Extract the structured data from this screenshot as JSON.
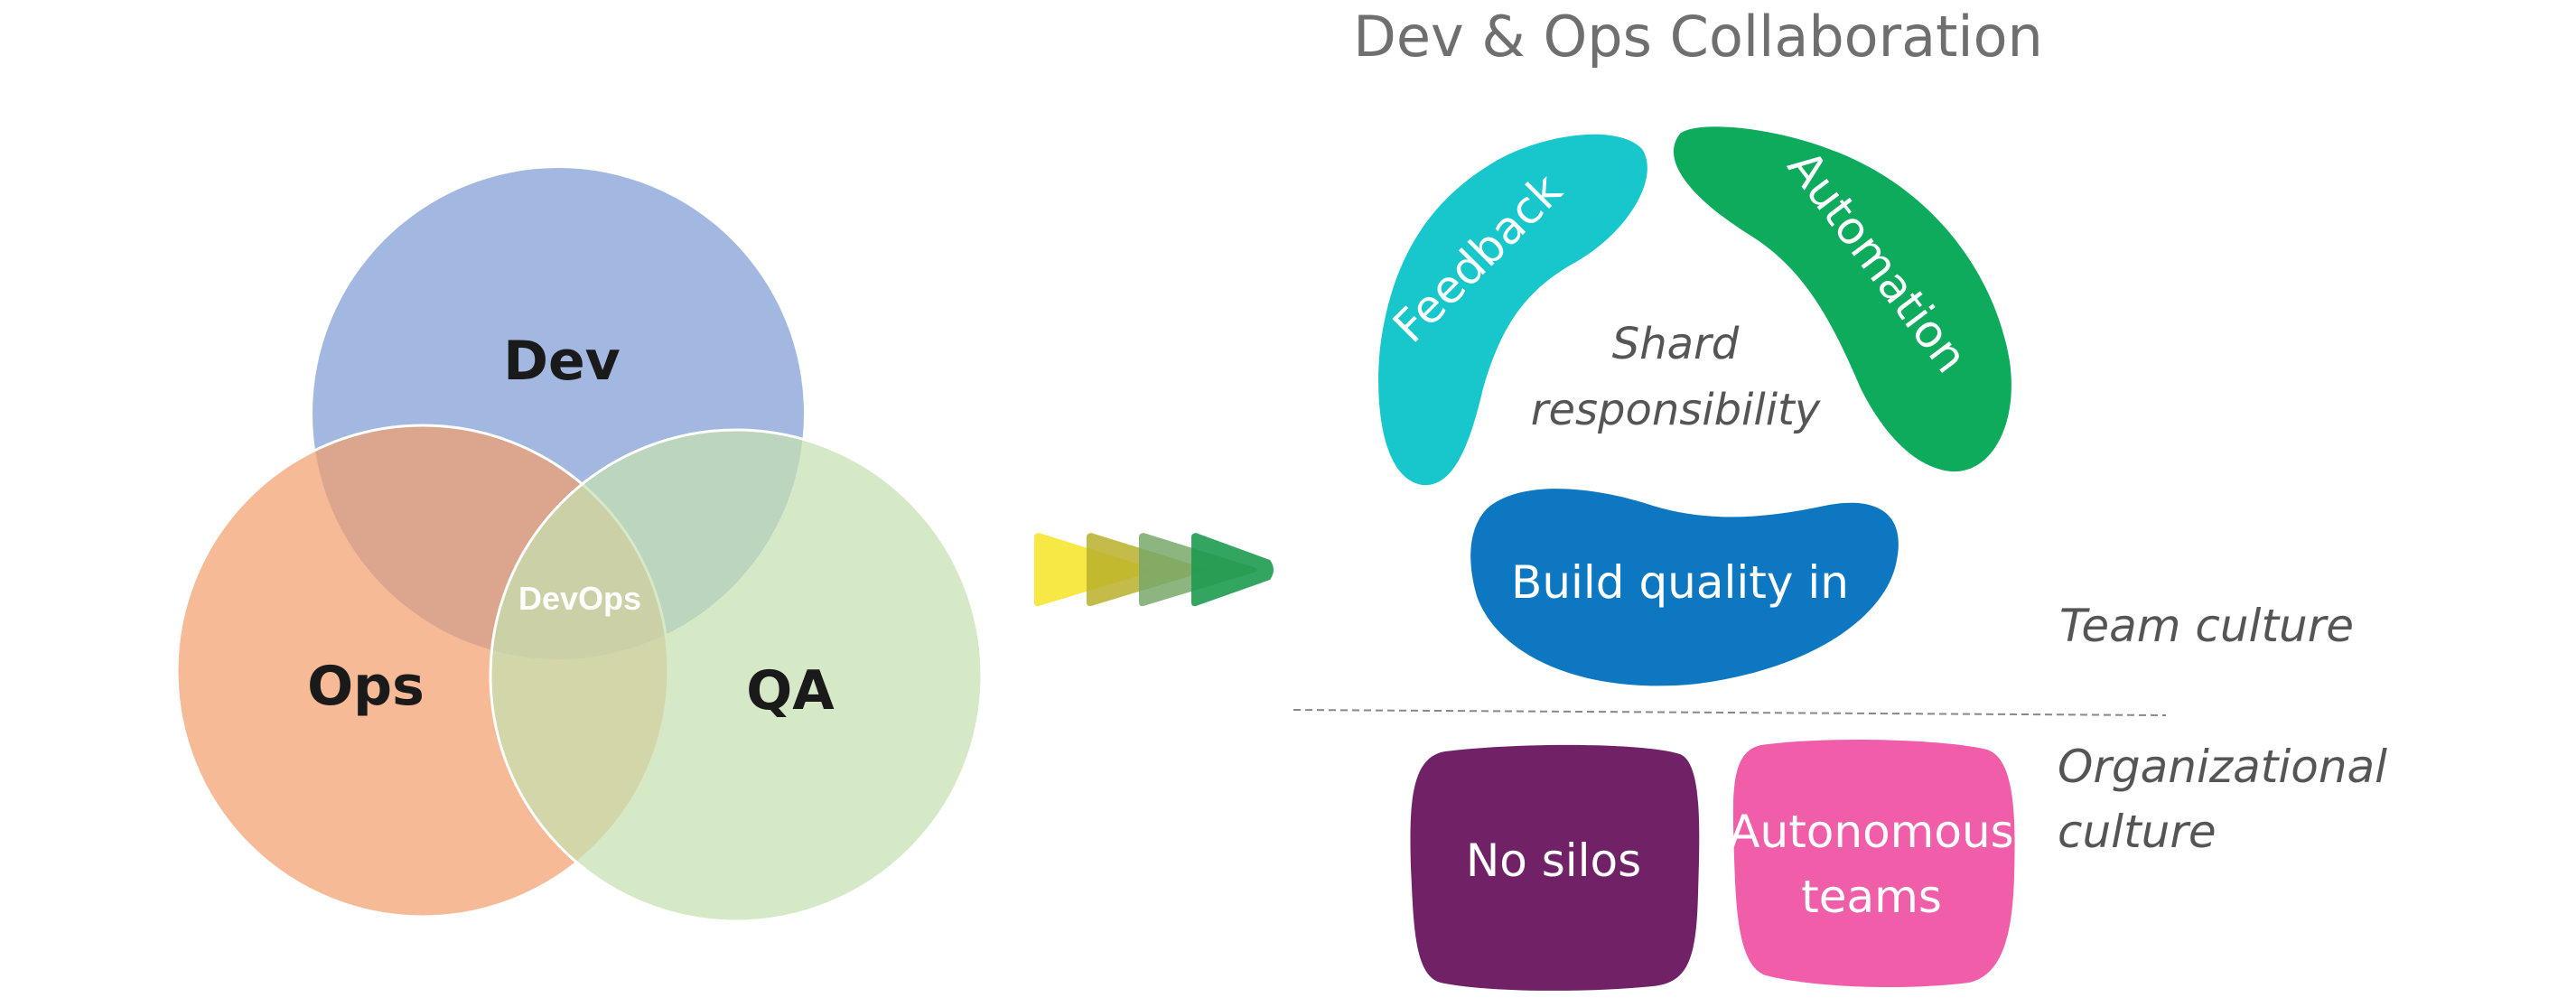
{
  "title": "Dev & Ops Collaboration",
  "venn": {
    "dev_label": "Dev",
    "ops_label": "Ops",
    "qa_label": "QA",
    "center_label": "DevOps",
    "colors": {
      "dev": "#7f9cd6",
      "ops": "#f2a06d",
      "qa": "#c5e0b0"
    }
  },
  "arrow_colors": [
    "#f7e845",
    "#b8b02a",
    "#78a868",
    "#1e9a50"
  ],
  "pillars": {
    "feedback": {
      "label": "Feedback",
      "color": "#17c7cb"
    },
    "automation": {
      "label": "Automation",
      "color": "#0eab5d"
    },
    "build_quality": {
      "label": "Build quality in",
      "color": "#0d77c1"
    },
    "center_line1": "Shard",
    "center_line2": "responsibility"
  },
  "team_culture": "Team culture",
  "org_culture_line1": "Organizational",
  "org_culture_line2": "culture",
  "boxes": {
    "no_silos": {
      "label": "No silos",
      "color": "#712266"
    },
    "autonomous_line1": "Autonomous",
    "autonomous_line2": "teams",
    "autonomous_color": "#f05da8"
  }
}
